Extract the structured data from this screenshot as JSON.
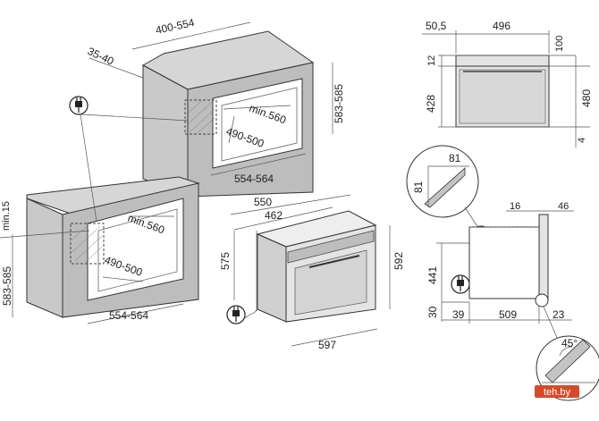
{
  "colors": {
    "cabinet": "#bfbfbf",
    "cabinet_dark": "#9e9e9e",
    "oven_body": "#e4e4e4",
    "watermark_bg": "#d44b2c"
  },
  "icons": {
    "plug": "plug-icon"
  },
  "tall_unit": {
    "width": "400-554",
    "depth": "35-40",
    "opening_height": "583-585",
    "min_depth": "min.560",
    "depth_range": "490-500",
    "opening_width": "554-564"
  },
  "base_unit": {
    "top_gap": "min.15",
    "opening_height": "583-585",
    "min_depth": "min.560",
    "depth_range": "490-500",
    "opening_width": "554-564"
  },
  "oven_iso": {
    "depth_total": "550",
    "depth_body": "462",
    "height_body": "575",
    "height_total": "592",
    "width": "597"
  },
  "front_view": {
    "left_offset": "50,5",
    "width": "496",
    "top_gap": "100",
    "top_strip": "12",
    "body_height": "428",
    "total_height": "480",
    "bottom_gap": "4"
  },
  "side_view": {
    "detail_a": "81",
    "detail_b": "81",
    "knob": "16",
    "door": "46",
    "body_height": "441",
    "base_height": "30",
    "rear_gap": "39",
    "depth": "509",
    "front": "23",
    "angle": "45°",
    "step": "1"
  },
  "watermark": "teh.by"
}
